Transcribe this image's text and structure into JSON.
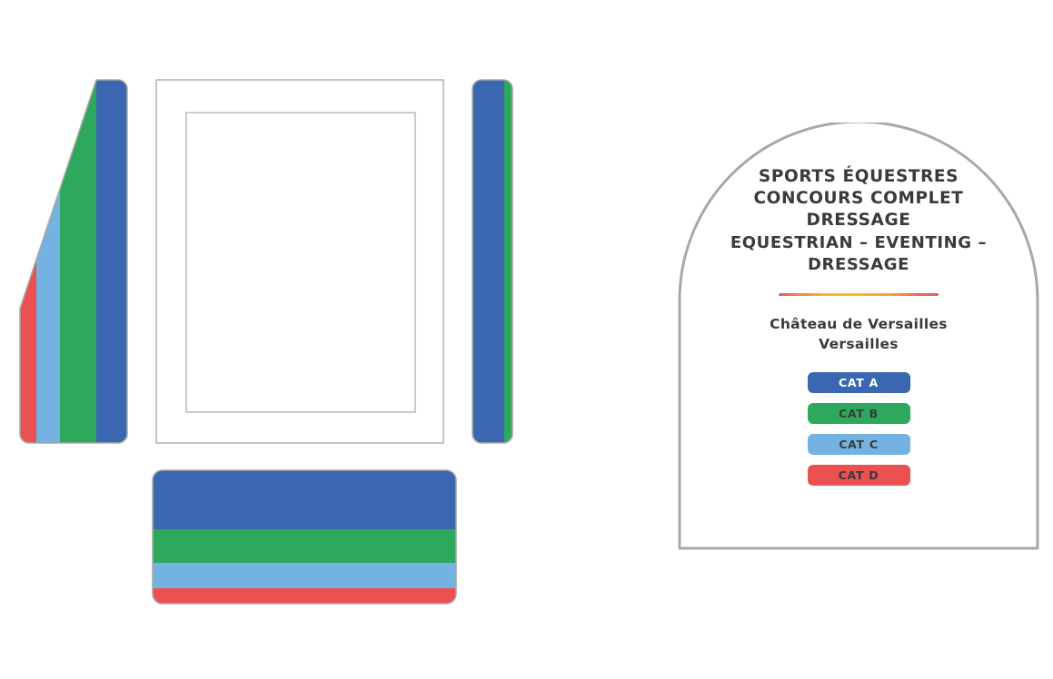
{
  "document": {
    "type": "signage-dieline-layout",
    "background_color": "#ffffff"
  },
  "palette": {
    "cat_a_blue": "#3b67b0",
    "cat_b_green": "#2ea85c",
    "cat_c_light_blue": "#74b2e2",
    "cat_d_red": "#eb5151",
    "outline_gray": "#a8a8a8",
    "frame_gray": "#b5b5b5",
    "text_dark": "#3a3a3c",
    "badge_a_text": "#ffffff",
    "badge_text_dark": "#3a3a3c"
  },
  "panels": {
    "left_side_panel": {
      "name": "left-side-panel",
      "shape": "angled-top-left",
      "stripes": [
        {
          "key": "d",
          "color": "#eb5151"
        },
        {
          "key": "c",
          "color": "#74b2e2"
        },
        {
          "key": "b",
          "color": "#2ea85c"
        },
        {
          "key": "a",
          "color": "#3b67b0"
        }
      ]
    },
    "right_side_panel": {
      "name": "right-side-panel",
      "shape": "angled-top-right-mirrored",
      "stripes": [
        {
          "key": "a",
          "color": "#3b67b0"
        },
        {
          "key": "b",
          "color": "#2ea85c"
        },
        {
          "key": "c",
          "color": "#74b2e2"
        },
        {
          "key": "d",
          "color": "#eb5151"
        }
      ]
    },
    "center_frame_panel": {
      "name": "center-frame-panel",
      "shape": "nested-rectangles",
      "fill": "#ffffff",
      "stroke": "#b5b5b5"
    },
    "bottom_bar_panel": {
      "name": "bottom-bar-panel",
      "shape": "rounded-rectangle",
      "bands": [
        {
          "key": "a",
          "color": "#3b67b0"
        },
        {
          "key": "b",
          "color": "#2ea85c"
        },
        {
          "key": "c",
          "color": "#74b2e2"
        },
        {
          "key": "d",
          "color": "#eb5151"
        }
      ]
    }
  },
  "sign": {
    "outline_color": "#a8a8a8",
    "title_fr": [
      "SPORTS ÉQUESTRES",
      "CONCOURS COMPLET",
      "DRESSAGE"
    ],
    "title_en": "EQUESTRIAN – EVENTING – DRESSAGE",
    "venue": {
      "name": "Château de Versailles",
      "city": "Versailles"
    },
    "categories": [
      {
        "label": "CAT A",
        "bg": "#3b67b0",
        "fg": "#ffffff"
      },
      {
        "label": "CAT B",
        "bg": "#2ea85c",
        "fg": "#3a3a3c"
      },
      {
        "label": "CAT C",
        "bg": "#74b2e2",
        "fg": "#3a3a3c"
      },
      {
        "label": "CAT D",
        "bg": "#eb5151",
        "fg": "#3a3a3c"
      }
    ]
  }
}
